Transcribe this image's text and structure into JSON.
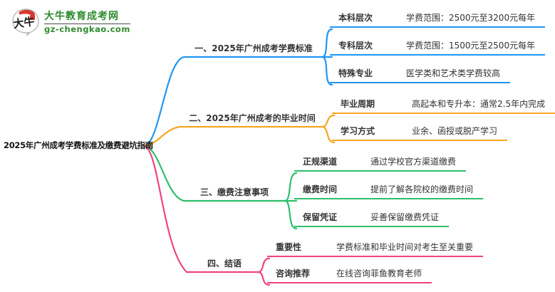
{
  "logo": {
    "title": "大牛教育成考网",
    "domain": "gz-chengkao.com",
    "icon_text": "大牛",
    "brand_color": "#2E8B2E",
    "seal_color": "#D63A2F"
  },
  "root": {
    "title": "2025年广州成考学费标准及缴费避坑指南"
  },
  "branches": [
    {
      "label": "一、2025年广州成考学费标准",
      "color": "#2196F3",
      "items": [
        {
          "key": "本科层次",
          "value": "学费范围：2500元至3200元每年"
        },
        {
          "key": "专科层次",
          "value": "学费范围：1500元至2500元每年"
        },
        {
          "key": "特殊专业",
          "value": "医学类和艺术类学费较高"
        }
      ]
    },
    {
      "label": "二、2025年广州成考的毕业时间",
      "color": "#F5A623",
      "items": [
        {
          "key": "毕业周期",
          "value": "高起本和专升本：通常2.5年内完成"
        },
        {
          "key": "学习方式",
          "value": "业余、函授或脱产学习"
        }
      ]
    },
    {
      "label": "三、缴费注意事项",
      "color": "#2FBF6B",
      "items": [
        {
          "key": "正规渠道",
          "value": "通过学校官方渠道缴费"
        },
        {
          "key": "缴费时间",
          "value": "提前了解各院校的缴费时间"
        },
        {
          "key": "保留凭证",
          "value": "妥善保留缴费凭证"
        }
      ]
    },
    {
      "label": "四、结语",
      "color": "#F0437F",
      "items": [
        {
          "key": "重要性",
          "value": "学费标准和毕业时间对考生至关重要"
        },
        {
          "key": "咨询推荐",
          "value": "在线咨询菲鱼教育老师"
        }
      ]
    }
  ]
}
